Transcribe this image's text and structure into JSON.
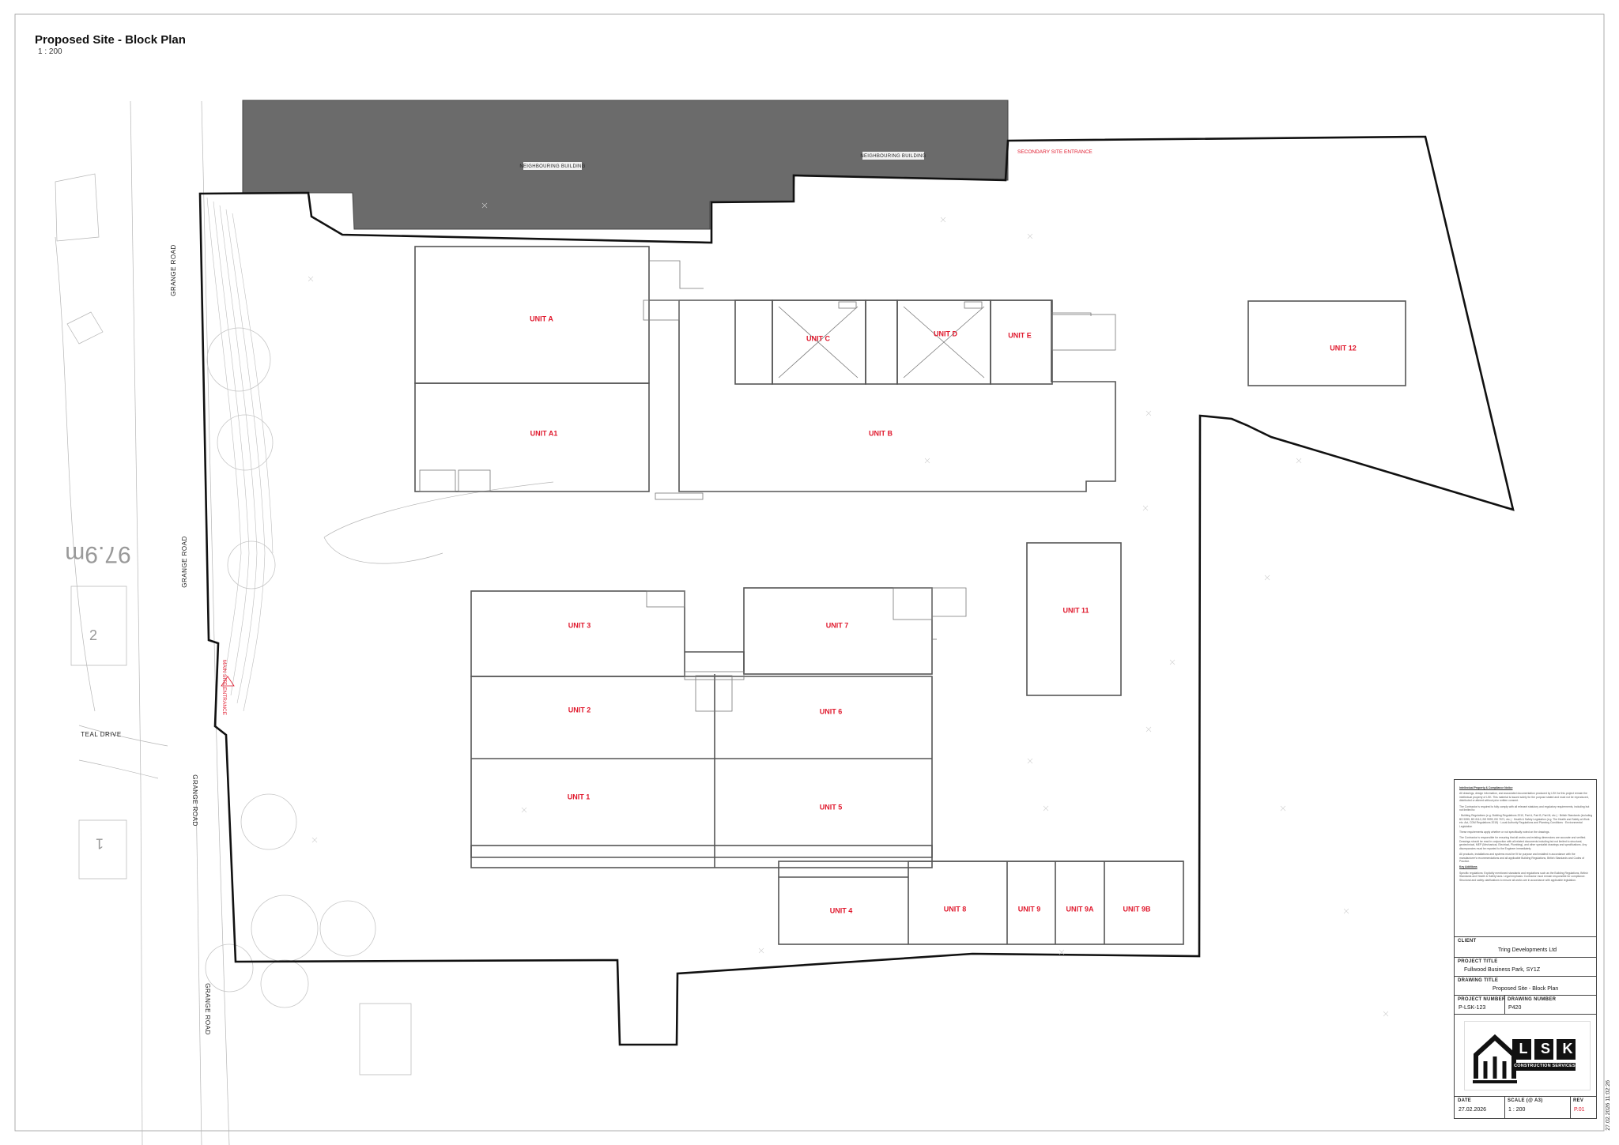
{
  "drawing": {
    "title": "Proposed Site - Block Plan",
    "scale": "1 : 200"
  },
  "labels": {
    "neighbouring_1": "NEIGHBOURING BUILDING",
    "neighbouring_2": "NEIGHBOURING BUILDING",
    "secondary_entrance": "SECONDARY SITE ENTRANCE",
    "main_entrance": "MAIN SITE ENTRANCE",
    "road_1": "GRANGE ROAD",
    "road_2": "GRANGE ROAD",
    "road_3": "GRANGE ROAD",
    "road_4": "GRANGE ROAD",
    "teal_drive": "TEAL DRIVE",
    "contour": "97.9m",
    "house_2": "2",
    "house_1": "1"
  },
  "units": {
    "a": "UNIT A",
    "a1": "UNIT A1",
    "b": "UNIT B",
    "c": "UNIT C",
    "d": "UNIT D",
    "e": "UNIT E",
    "u12": "UNIT 12",
    "u11": "UNIT 11",
    "u3": "UNIT 3",
    "u7": "UNIT 7",
    "u2": "UNIT 2",
    "u6": "UNIT 6",
    "u1": "UNIT 1",
    "u5": "UNIT 5",
    "u4": "UNIT 4",
    "u8": "UNIT 8",
    "u9": "UNIT 9",
    "u9a": "UNIT 9A",
    "u9b": "UNIT 9B"
  },
  "title_block": {
    "notes_heading": "Intellectual Property & Compliance Notice",
    "notes_p1": "All drawings, design information, and associated documentation produced by LSK for this project remain the intellectual property of LSK. This material is issued solely for the purpose stated and must not be reproduced, distributed or altered without prior written consent.",
    "notes_p2": "The Contractor is required to fully comply with all relevant statutory and regulatory requirements, including but not limited to:",
    "notes_p3": "· Building Regulations (e.g. Building Regulations 2010, Part A, Part B, Part M, etc.) · British Standards (including BS 5395, BS 8110, BS 9999, BS 7671, etc.) · Health & Safety Legislation (e.g. The Health and Safety at Work etc. Act, CDM Regulations 2015) · Local Authority Regulations and Planning Conditions · Environmental Legislation",
    "notes_p4": "These requirements apply whether or not specifically noted on the drawings.",
    "notes_p5": "The Contractor is responsible for ensuring that all works and existing dimensions are accurate and verified. Drawings should be read in conjunction with all related documents including but not limited to structural, geotechnical, MEP (Mechanical, Electrical, Plumbing), and other specialist drawings and specifications. Any discrepancies must be reported to the Engineer immediately.",
    "notes_p6": "All products, installations and systems must be fit for purpose and installed in accordance with the manufacturer's recommendations and all applicable Building Regulations, British Standards and Codes of Practice.",
    "notes_heading2": "Key Additions",
    "notes_p7": "Specific regulations: Explicitly mentioned standards and regulations such as the Building Regulations, British Standards and Health & Safety laws. Legal emphasis: Contractor must remain responsible for compliance. Structural and safety clarifications to ensure all works are in accordance with applicable legislation.",
    "client_label": "CLIENT",
    "client": "Tring Developments Ltd",
    "project_title_label": "PROJECT TITLE",
    "project_title": "Fullwood Business Park, SY1Z",
    "drawing_title_label": "DRAWING TITLE",
    "drawing_title": "Proposed Site - Block Plan",
    "project_number_label": "PROJECT NUMBER",
    "project_number": "P-LSK-123",
    "drawing_number_label": "DRAWING NUMBER",
    "drawing_number": "P420",
    "logo_letters": [
      "L",
      "S",
      "K"
    ],
    "logo_tagline": "CONSTRUCTION SERVICES",
    "date_label": "DATE",
    "date": "27.02.2026",
    "scale_label": "SCALE (@ A3)",
    "scale": "1 : 200",
    "rev_label": "REV",
    "rev": "P.01",
    "timestamp": "27.02.2026 11:02:26"
  }
}
